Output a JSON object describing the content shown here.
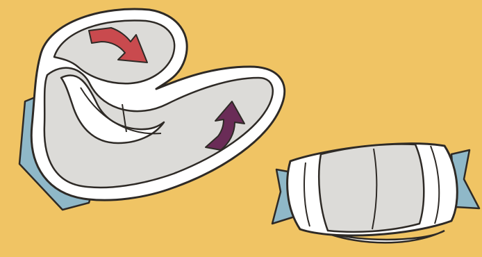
{
  "scene": {
    "background_color": "#f0c464",
    "pad_fill": "#dcdbd8",
    "pad_edge": "#ffffff",
    "outline": "#2e2a26",
    "wrapper_color": "#8fb8c8",
    "arrow_red": "#c94a4e",
    "arrow_purple": "#6a2c57",
    "left_item": {
      "name": "folding-pad",
      "arrows": [
        {
          "name": "fold-arrow-down",
          "color": "red",
          "icon": "curved-arrow-down-right"
        },
        {
          "name": "fold-arrow-up",
          "color": "purple",
          "icon": "arrow-up-right"
        }
      ]
    },
    "right_item": {
      "name": "rolled-pad"
    }
  }
}
